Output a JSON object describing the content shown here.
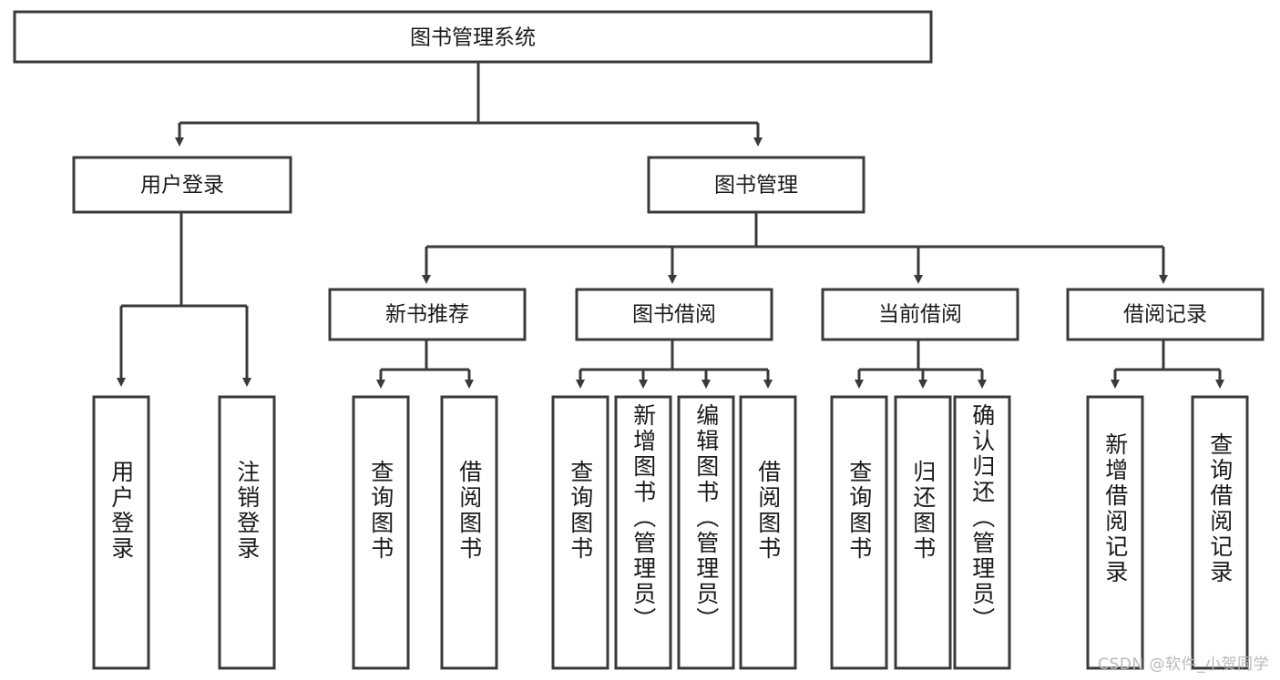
{
  "diagram": {
    "type": "tree-hierarchy",
    "title": "图书管理系统",
    "root": {
      "label": "图书管理系统",
      "id": "root"
    },
    "level1": [
      {
        "id": "user-login",
        "label": "用户登录"
      },
      {
        "id": "book-manage",
        "label": "图书管理"
      }
    ],
    "level2": [
      {
        "id": "new-book-recommend",
        "label": "新书推荐",
        "parent": "book-manage"
      },
      {
        "id": "book-borrow",
        "label": "图书借阅",
        "parent": "book-manage"
      },
      {
        "id": "current-borrow",
        "label": "当前借阅",
        "parent": "book-manage"
      },
      {
        "id": "borrow-record",
        "label": "借阅记录",
        "parent": "book-manage"
      }
    ],
    "leaves": [
      {
        "id": "leaf-user-login",
        "label": "用户登录",
        "parent": "user-login"
      },
      {
        "id": "leaf-logout",
        "label": "注销登录",
        "parent": "user-login"
      },
      {
        "id": "leaf-query-book-1",
        "label": "查询图书",
        "parent": "new-book-recommend"
      },
      {
        "id": "leaf-borrow-book-1",
        "label": "借阅图书",
        "parent": "new-book-recommend"
      },
      {
        "id": "leaf-query-book-2",
        "label": "查询图书",
        "parent": "book-borrow"
      },
      {
        "id": "leaf-add-book",
        "label": "新增图书（管理员）",
        "parent": "book-borrow"
      },
      {
        "id": "leaf-edit-book",
        "label": "编辑图书（管理员）",
        "parent": "book-borrow"
      },
      {
        "id": "leaf-borrow-book-2",
        "label": "借阅图书",
        "parent": "book-borrow"
      },
      {
        "id": "leaf-query-book-3",
        "label": "查询图书",
        "parent": "current-borrow"
      },
      {
        "id": "leaf-return-book",
        "label": "归还图书",
        "parent": "current-borrow"
      },
      {
        "id": "leaf-confirm-return",
        "label": "确认归还（管理员）",
        "parent": "current-borrow"
      },
      {
        "id": "leaf-add-record",
        "label": "新增借阅记录",
        "parent": "borrow-record"
      },
      {
        "id": "leaf-query-record",
        "label": "查询借阅记录",
        "parent": "borrow-record"
      }
    ],
    "colors": {
      "stroke": "#3a3a3a",
      "fill": "#ffffff",
      "text": "#1a1a1a",
      "watermark": "#b9b9b9",
      "background": "#ffffff"
    }
  },
  "watermark": {
    "text": "CSDN @软件_小贺同学"
  }
}
